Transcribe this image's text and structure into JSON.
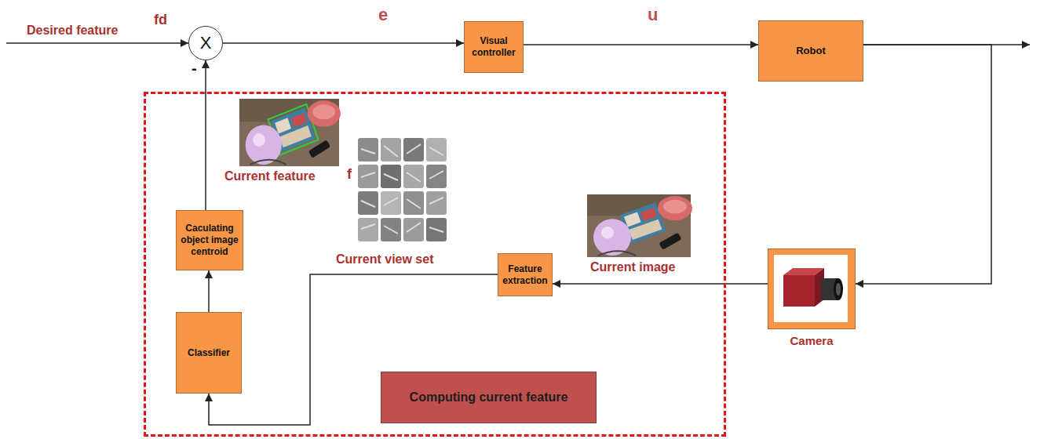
{
  "diagram": {
    "nodes": [
      {
        "text": [
          "X"
        ]
      },
      {
        "text": [
          "Visual controller"
        ]
      },
      {
        "text": [
          "Robot"
        ]
      },
      {
        "text": [
          "Computing current feature"
        ]
      },
      {
        "text": [
          "Caculating object image centroid"
        ],
        "in": 3
      },
      {
        "text": [
          "Classifier"
        ],
        "in": 3
      },
      {
        "text": [
          "Feature extraction"
        ],
        "in": 3
      },
      {
        "text": [
          "Camera"
        ]
      }
    ],
    "edges": [
      {
        "from": 0,
        "to": 1,
        "arrow": "to",
        "label": "e"
      },
      {
        "from": 1,
        "to": 2,
        "arrow": "to",
        "label": "u"
      },
      {
        "from": 2,
        "to": 7,
        "arrow": "to"
      },
      {
        "from": 7,
        "to": 6,
        "arrow": "to"
      },
      {
        "from": 6,
        "to": 5,
        "arrow": "to"
      },
      {
        "from": 5,
        "to": 4,
        "arrow": "to"
      },
      {
        "from": 4,
        "to": 0,
        "arrow": "to"
      }
    ],
    "labels": [
      "Desired feature",
      "fd",
      "-",
      "Current feature",
      "f",
      "Current view set",
      "Current image"
    ]
  }
}
